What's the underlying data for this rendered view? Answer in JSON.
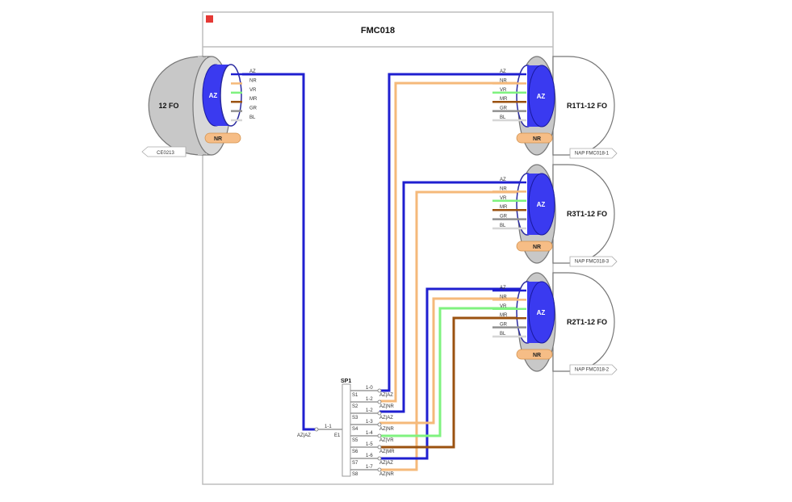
{
  "box": {
    "title": "FMC018",
    "corner_color": "#e53935"
  },
  "colors": {
    "AZ": "#1f1fd0",
    "NR": "#f5b97a",
    "VR": "#7ff27f",
    "MR": "#9b5210",
    "GR": "#909090",
    "BL": "#d6d6d6",
    "drum": "#c8c8c8",
    "hub": "#3a3af0",
    "tag": "#f6bd86"
  },
  "cables": [
    {
      "id": "in",
      "label": "12 FO",
      "hub": "AZ",
      "tag": "NR",
      "ref": "CE0213",
      "fibers": [
        "AZ",
        "NR",
        "VR",
        "MR",
        "GR",
        "BL"
      ]
    },
    {
      "id": "out1",
      "label": "R1T1-12 FO",
      "hub": "AZ",
      "tag": "NR",
      "ref": "NAP FMC018-1",
      "fibers": [
        "AZ",
        "NR",
        "VR",
        "MR",
        "GR",
        "BL"
      ]
    },
    {
      "id": "out2",
      "label": "R3T1-12 FO",
      "hub": "AZ",
      "tag": "NR",
      "ref": "NAP FMC018-3",
      "fibers": [
        "AZ",
        "NR",
        "VR",
        "MR",
        "GR",
        "BL"
      ]
    },
    {
      "id": "out3",
      "label": "R2T1-12 FO",
      "hub": "AZ",
      "tag": "NR",
      "ref": "NAP FMC018-2",
      "fibers": [
        "AZ",
        "NR",
        "VR",
        "MR",
        "GR",
        "BL"
      ]
    }
  ],
  "splitter": {
    "name": "SP1",
    "input": {
      "label": "E1",
      "ratio": "1-1",
      "code": "AZ|AZ"
    },
    "outputs": [
      {
        "port": "S1",
        "ratio": "1-0",
        "code": "AZ|AZ"
      },
      {
        "port": "S2",
        "ratio": "1-2",
        "code": "AZ|NR"
      },
      {
        "port": "S3",
        "ratio": "1-2",
        "code": "AZ|AZ"
      },
      {
        "port": "S4",
        "ratio": "1-3",
        "code": "AZ|NR"
      },
      {
        "port": "S5",
        "ratio": "1-4",
        "code": "AZ|VR"
      },
      {
        "port": "S6",
        "ratio": "1-5",
        "code": "AZ|MR"
      },
      {
        "port": "S7",
        "ratio": "1-6",
        "code": "AZ|AZ"
      },
      {
        "port": "S8",
        "ratio": "1-7",
        "code": "AZ|NR"
      }
    ]
  }
}
